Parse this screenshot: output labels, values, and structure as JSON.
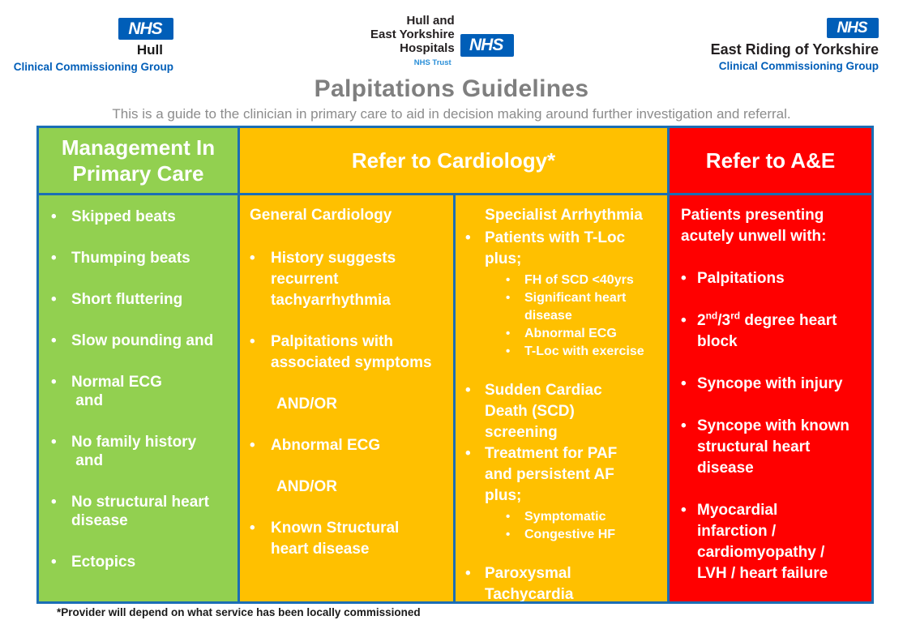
{
  "page": {
    "title": "Palpitations Guidelines",
    "subtitle": "This is a guide to the clinician in primary care to aid in decision making around further investigation and referral.",
    "footnote": "*Provider will depend on what service has been locally commissioned"
  },
  "colors": {
    "green": "#92D050",
    "amber": "#FFC000",
    "red": "#FF0000",
    "border_blue": "#1B6EB5",
    "nhs_blue": "#005EB8",
    "title_gray": "#7F7F7F"
  },
  "logos": {
    "left": {
      "wordmark": "NHS",
      "org": "Hull",
      "sub": "Clinical Commissioning Group"
    },
    "center": {
      "org": "Hull and\nEast Yorkshire\nHospitals",
      "wordmark": "NHS",
      "sub": "NHS Trust"
    },
    "right": {
      "wordmark": "NHS",
      "org": "East Riding of Yorkshire",
      "sub": "Clinical Commissioning Group"
    }
  },
  "table": {
    "headers": {
      "primary_care": "Management In\nPrimary Care",
      "cardiology": "Refer to Cardiology*",
      "ae": "Refer to A&E"
    },
    "primary_care": {
      "items": [
        "Skipped beats",
        "Thumping beats",
        "Short fluttering",
        "Slow pounding and",
        "Normal ECG\n and",
        "No family history\n and",
        "No structural heart\ndisease",
        "Ectopics"
      ]
    },
    "cardiology_general": {
      "heading": "General Cardiology",
      "item_1": "History suggests\nrecurrent\ntachyarrhythmia",
      "item_2": "Palpitations with\nassociated symptoms",
      "connector_1": "AND/OR",
      "item_3": "Abnormal ECG",
      "connector_2": "AND/OR",
      "item_4": "Known Structural\nheart disease"
    },
    "cardiology_specialist": {
      "heading": "Specialist Arrhythmia",
      "items": [
        {
          "text": "Patients with T-Loc\nplus;",
          "subitems": [
            "FH of SCD <40yrs",
            "Significant heart\ndisease",
            "Abnormal ECG",
            "T-Loc with exercise"
          ]
        },
        {
          "text": "Sudden Cardiac\nDeath (SCD)\nscreening"
        },
        {
          "text": "Treatment for PAF\nand persistent AF\nplus;",
          "subitems": [
            "Symptomatic",
            "Congestive HF"
          ]
        },
        {
          "text": "Paroxysmal\nTachycardia"
        }
      ]
    },
    "ae": {
      "heading": "Patients presenting\nacutely unwell with:",
      "items": [
        {
          "text": "Palpitations"
        },
        {
          "pre": "2",
          "sup1": "nd",
          "mid": "/3",
          "sup2": "rd",
          "post": " degree heart\nblock"
        },
        {
          "text": "Syncope with injury"
        },
        {
          "text": "Syncope with known\nstructural heart\ndisease"
        },
        {
          "text": "Myocardial\ninfarction /\ncardiomyopathy /\nLVH / heart failure"
        }
      ]
    }
  }
}
